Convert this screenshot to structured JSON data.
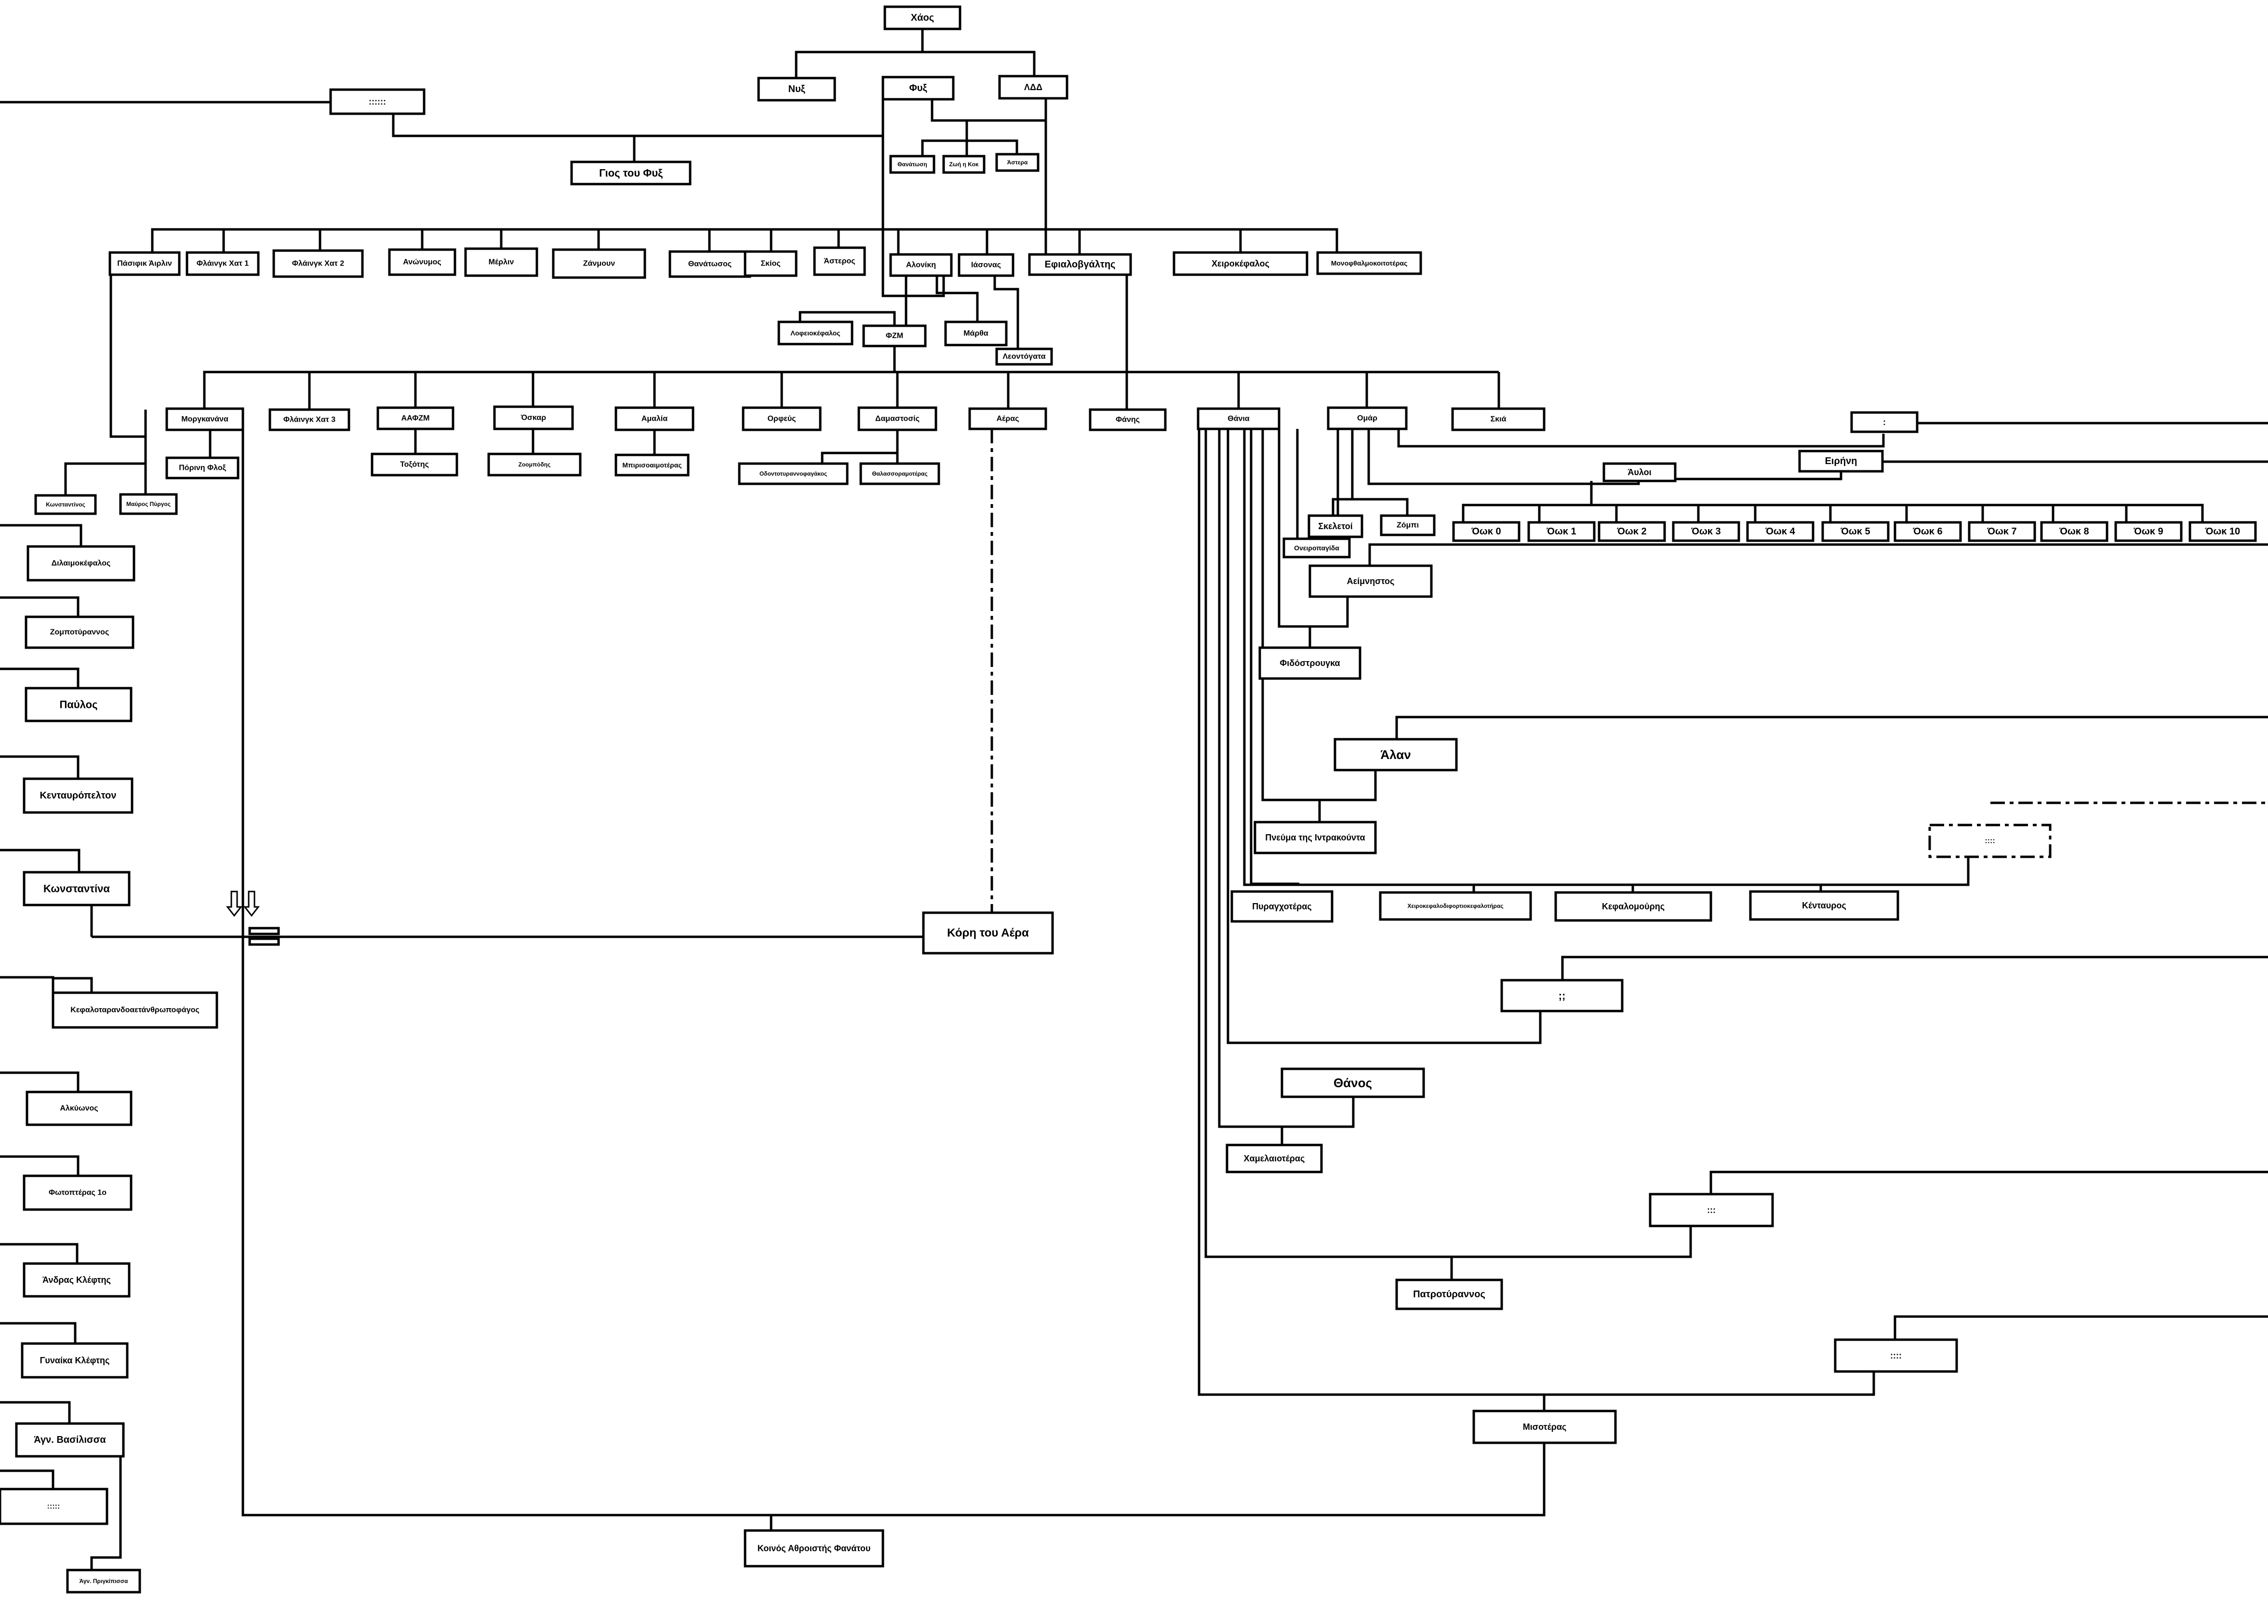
{
  "chart_data": {
    "type": "family-tree",
    "title": "",
    "nodes": [
      {
        "id": "chaos",
        "label": "Χάος"
      },
      {
        "id": "nyx",
        "label": "Νυξ"
      },
      {
        "id": "fyx",
        "label": "Φυξ"
      },
      {
        "id": "ldd",
        "label": "ΛΔΔ"
      },
      {
        "id": "dots6",
        "label": "::::::"
      },
      {
        "id": "gios",
        "label": "Γιος του Φυξ"
      },
      {
        "id": "thanatomeni",
        "label": "Θανάτωση"
      },
      {
        "id": "zoi",
        "label": "Ζωή η Κοκ"
      },
      {
        "id": "astera",
        "label": "Άστερα"
      },
      {
        "id": "pasifik",
        "label": "Πάσιφικ Άιρλιν"
      },
      {
        "id": "flaink1",
        "label": "Φλάινγκ Χατ 1"
      },
      {
        "id": "flaink2",
        "label": "Φλάινγκ Χατ 2"
      },
      {
        "id": "anonymos",
        "label": "Ανώνυμος"
      },
      {
        "id": "merlin",
        "label": "Μέρλιν"
      },
      {
        "id": "zanmoun",
        "label": "Ζάνμουν"
      },
      {
        "id": "thanatosos",
        "label": "Θανάτωσος"
      },
      {
        "id": "skios",
        "label": "Σκίος"
      },
      {
        "id": "asteros",
        "label": "Άστερος"
      },
      {
        "id": "alonikh",
        "label": "Αλονίκη"
      },
      {
        "id": "iasonas",
        "label": "Ιάσονας"
      },
      {
        "id": "efialovgaltis",
        "label": "Εφιαλοβγάλτης"
      },
      {
        "id": "xeirokefalos",
        "label": "Χειροκέφαλος"
      },
      {
        "id": "monofthalmo",
        "label": "Μονοφθαλμοκοιτοτέρας"
      },
      {
        "id": "lofeiokefalos",
        "label": "Λοφειοκέφαλος"
      },
      {
        "id": "fzm",
        "label": "ΦΖΜ"
      },
      {
        "id": "martha",
        "label": "Μάρθα"
      },
      {
        "id": "leontogata",
        "label": "Λεοντόγατα"
      },
      {
        "id": "morgkanana",
        "label": "Μοργκανάνα"
      },
      {
        "id": "flaink3",
        "label": "Φλάινγκ Χατ 3"
      },
      {
        "id": "aafzm",
        "label": "ΑΑΦΖΜ"
      },
      {
        "id": "oskar",
        "label": "Όσκαρ"
      },
      {
        "id": "amalia",
        "label": "Αμαλία"
      },
      {
        "id": "orfeas",
        "label": "Ορφεύς"
      },
      {
        "id": "damastosis",
        "label": "Δαμαστοσίς"
      },
      {
        "id": "aeras",
        "label": "Αέρας"
      },
      {
        "id": "fanis",
        "label": "Φάνης"
      },
      {
        "id": "thania",
        "label": "Θάνια"
      },
      {
        "id": "omar",
        "label": "Ομάρ"
      },
      {
        "id": "skia",
        "label": "Σκιά"
      },
      {
        "id": "porini",
        "label": "Πόρινη Φλοξ"
      },
      {
        "id": "toksotis",
        "label": "Τοξότης"
      },
      {
        "id": "zoopoiodis",
        "label": "Ζοομπόδης"
      },
      {
        "id": "mpiriso",
        "label": "Μπιρισοαιμοτέρας"
      },
      {
        "id": "odontotyranno",
        "label": "Οδοντοτυραννοφαγάκος"
      },
      {
        "id": "thalassor",
        "label": "Θαλασσοραμοτέρας"
      },
      {
        "id": "kornelos",
        "label": "Κωνσταντίνος"
      },
      {
        "id": "mauros",
        "label": "Μαύρος Πύργος"
      },
      {
        "id": "colon",
        "label": ":"
      },
      {
        "id": "eirini",
        "label": "Ειρήνη"
      },
      {
        "id": "auloi",
        "label": "Άυλοι"
      },
      {
        "id": "skeletoi",
        "label": "Σκελετοί"
      },
      {
        "id": "zompi",
        "label": "Ζόμπι"
      },
      {
        "id": "oneiropagida",
        "label": "Ονειροπαγίδα"
      },
      {
        "id": "ok0",
        "label": "Όωκ 0"
      },
      {
        "id": "ok1",
        "label": "Όωκ 1"
      },
      {
        "id": "ok2",
        "label": "Όωκ 2"
      },
      {
        "id": "ok3",
        "label": "Όωκ 3"
      },
      {
        "id": "ok4",
        "label": "Όωκ 4"
      },
      {
        "id": "ok5",
        "label": "Όωκ 5"
      },
      {
        "id": "ok6",
        "label": "Όωκ 6"
      },
      {
        "id": "ok7",
        "label": "Όωκ 7"
      },
      {
        "id": "ok8",
        "label": "Όωκ 8"
      },
      {
        "id": "ok9",
        "label": "Όωκ 9"
      },
      {
        "id": "ok10",
        "label": "Όωκ 10"
      },
      {
        "id": "aeimnistos",
        "label": "Αείμνηστος"
      },
      {
        "id": "fidostrougka",
        "label": "Φιδόστρουγκα"
      },
      {
        "id": "alan",
        "label": "Άλαν"
      },
      {
        "id": "pneuma",
        "label": "Πνεύμα της Ιντρακούντα"
      },
      {
        "id": "dots4a",
        "label": "::::"
      },
      {
        "id": "purogxo",
        "label": "Πυραγχοτέρας"
      },
      {
        "id": "xeirokefalo2",
        "label": "Χειροκεφαλοδιφορτιοκεφαλοτήρας"
      },
      {
        "id": "kefalomouris",
        "label": "Κεφαλομούρης"
      },
      {
        "id": "kentavros",
        "label": "Κένταυρος"
      },
      {
        "id": "dots2",
        "label": ";;"
      },
      {
        "id": "thanos",
        "label": "Θάνος"
      },
      {
        "id": "xamelaio",
        "label": "Χαμελαιοτέρας"
      },
      {
        "id": "dots3",
        "label": ":::"
      },
      {
        "id": "patrotyrannos",
        "label": "Πατροτύραννος"
      },
      {
        "id": "dots4b",
        "label": "::::"
      },
      {
        "id": "misoteras",
        "label": "Μισοτέρας"
      },
      {
        "id": "koinos",
        "label": "Κοινός Αθροιστής Φανάτου"
      },
      {
        "id": "kori",
        "label": "Κόρη του Αέρα"
      },
      {
        "id": "dilaimo",
        "label": "Διλαιμοκέφαλος"
      },
      {
        "id": "zompotyrannos",
        "label": "Ζομποτύραννος"
      },
      {
        "id": "pavlos",
        "label": "Παύλος"
      },
      {
        "id": "kentavropelton",
        "label": "Κενταυρόπελτον"
      },
      {
        "id": "konstantina",
        "label": "Κωνσταντίνα"
      },
      {
        "id": "kefalotarandos",
        "label": "Κεφαλοταρανδοαετάνθρωποφάγος"
      },
      {
        "id": "alkyonos",
        "label": "Αλκύωνος"
      },
      {
        "id": "fotopteras",
        "label": "Φωτοπτέρας 1ο"
      },
      {
        "id": "andras",
        "label": "Άνδρας Κλέφτης"
      },
      {
        "id": "gynaika",
        "label": "Γυναίκα Κλέφτης"
      },
      {
        "id": "agn_vas",
        "label": "Άγν. Βασίλισσα"
      },
      {
        "id": "dots5",
        "label": ":::::"
      },
      {
        "id": "agn_prig",
        "label": "Άγν. Πριγκίπισσα"
      }
    ]
  }
}
